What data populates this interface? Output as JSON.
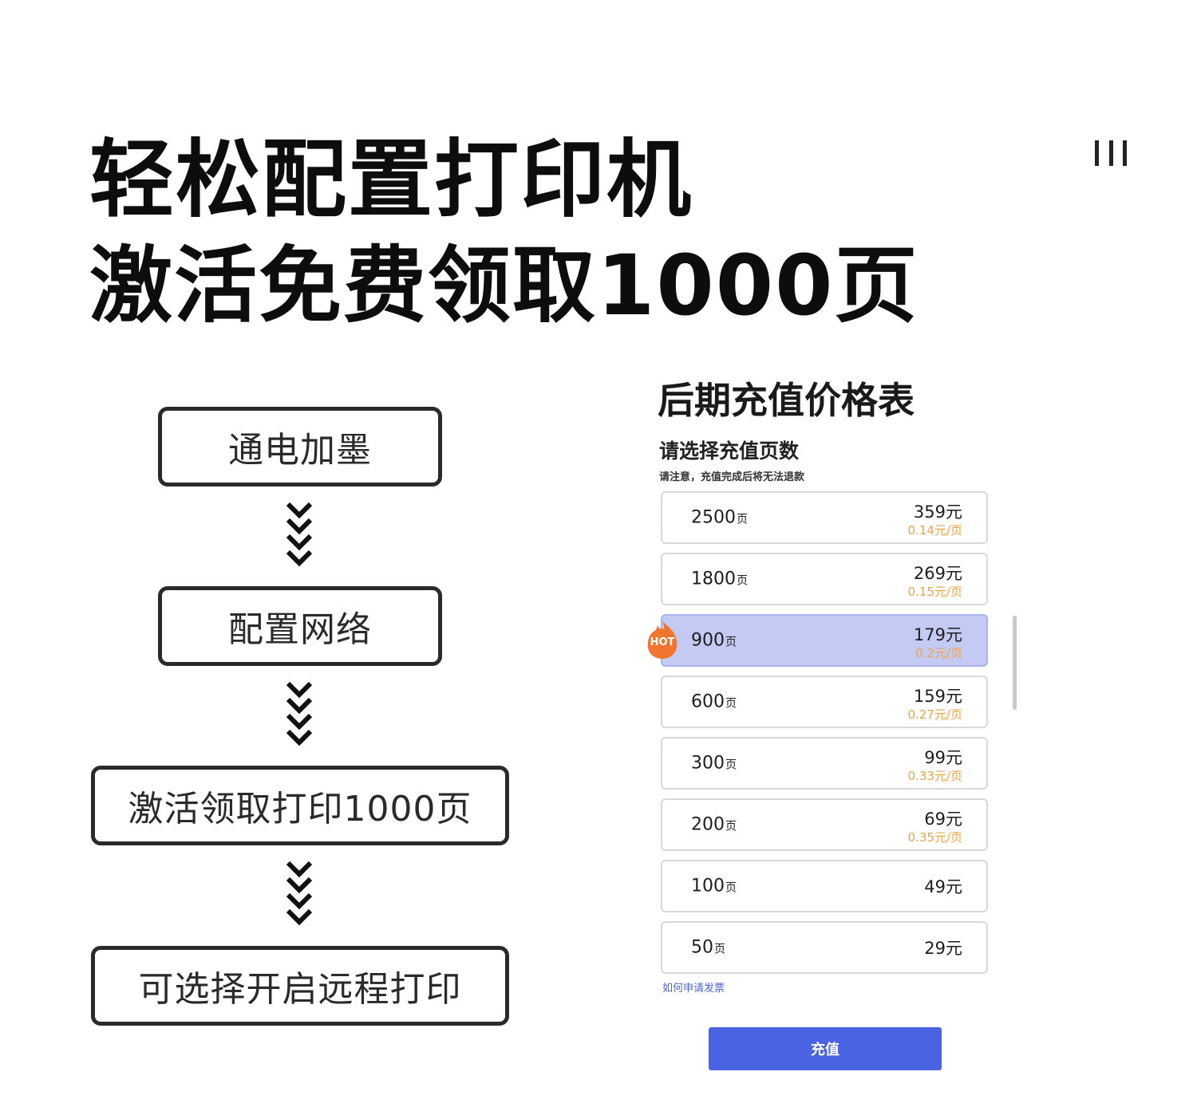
{
  "headline": {
    "line1": "轻松配置打印机",
    "line2": "激活免费领取1000页"
  },
  "menu_icon": "menu-icon",
  "steps": [
    {
      "label": "通电加墨"
    },
    {
      "label": "配置网络"
    },
    {
      "label": "激活领取打印1000页"
    },
    {
      "label": "可选择开启远程打印"
    }
  ],
  "pricing": {
    "title": "后期充值价格表",
    "subtitle": "请选择充值页数",
    "note": "请注意，充值完成后将无法退款",
    "page_unit": "页",
    "options": [
      {
        "pages": "2500",
        "price": "359元",
        "per_page": "0.14元/页",
        "selected": false
      },
      {
        "pages": "1800",
        "price": "269元",
        "per_page": "0.15元/页",
        "selected": false
      },
      {
        "pages": "900",
        "price": "179元",
        "per_page": "0.2元/页",
        "selected": true,
        "badge": "HOT"
      },
      {
        "pages": "600",
        "price": "159元",
        "per_page": "0.27元/页",
        "selected": false
      },
      {
        "pages": "300",
        "price": "99元",
        "per_page": "0.33元/页",
        "selected": false
      },
      {
        "pages": "200",
        "price": "69元",
        "per_page": "0.35元/页",
        "selected": false
      },
      {
        "pages": "100",
        "price": "49元",
        "selected": false
      },
      {
        "pages": "50",
        "price": "29元",
        "selected": false
      }
    ],
    "invoice_link": "如何申请发票",
    "recharge_button": "充值"
  },
  "colors": {
    "accent": "#4a63e2",
    "selected_bg": "#c3caf4",
    "per_page": "#f0a24a",
    "hot_badge": "#f0762f"
  }
}
